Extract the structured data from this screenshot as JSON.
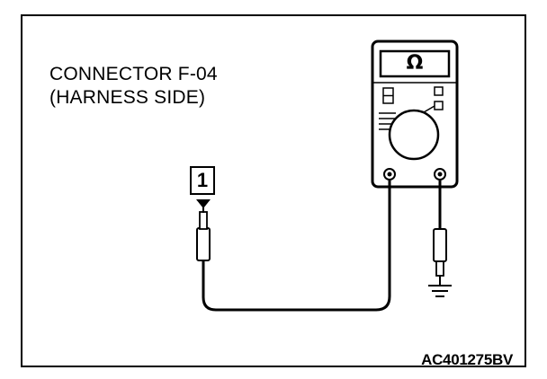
{
  "connector": {
    "line1": "CONNECTOR F-04",
    "line2": "(HARNESS SIDE)",
    "pin_number": "1"
  },
  "meter": {
    "unit_symbol": "Ω",
    "icon": "ohmmeter-icon"
  },
  "ground": {
    "icon": "ground-symbol-icon"
  },
  "figure_code": "AC401275BV"
}
